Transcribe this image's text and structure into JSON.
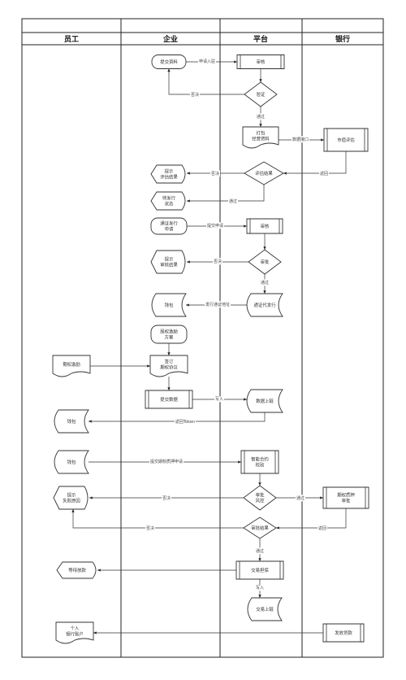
{
  "lanes": [
    "员工",
    "企业",
    "平台",
    "银行"
  ],
  "nodes": {
    "n1": "提交资料",
    "n2": "审核",
    "n3": "验证",
    "n4": [
      "打包",
      "经营资料"
    ],
    "n5": "市值评估",
    "n6": "评估结果",
    "n7": [
      "提示",
      "评估结果"
    ],
    "n8": [
      "待发行",
      "状态"
    ],
    "n9": [
      "通证发行",
      "申请"
    ],
    "n10": "审核",
    "n11": "审批",
    "n12": [
      "提示",
      "审核结果"
    ],
    "n13": "通证代发行",
    "n14": "钱包",
    "n15": [
      "股权激励",
      "方案"
    ],
    "n16": [
      "签订",
      "期权协议"
    ],
    "n17": "期权激励",
    "n18": "提交数据",
    "n19": "数据上链",
    "n20": "钱包",
    "n21": "钱包",
    "n22": [
      "智能合约",
      "校验"
    ],
    "n23": [
      "审批",
      "风控"
    ],
    "n24": [
      "期权质押",
      "审批"
    ],
    "n25": [
      "提示",
      "失败原因"
    ],
    "n26": "审批结果",
    "n27": "等待放款",
    "n28": "交易担保",
    "n29": "交易上链",
    "n30": [
      "个人",
      "银行账户"
    ],
    "n31": "发放贷款"
  },
  "edges": {
    "e1": "申请入驻",
    "e2": "否决",
    "e3": "通过",
    "e4": "数据接口",
    "e5": "返回",
    "e6": "否决",
    "e7": "通过",
    "e8": "提交申请",
    "e9": "否决",
    "e10": "通过",
    "e11": "发行通证地址",
    "e12": "写入",
    "e13": "返回Token",
    "e14": "提交期权质押申请",
    "e15": "否决",
    "e16": "通过",
    "e17": "返回",
    "e18": "否决",
    "e19": "通过",
    "e20": "写入"
  }
}
